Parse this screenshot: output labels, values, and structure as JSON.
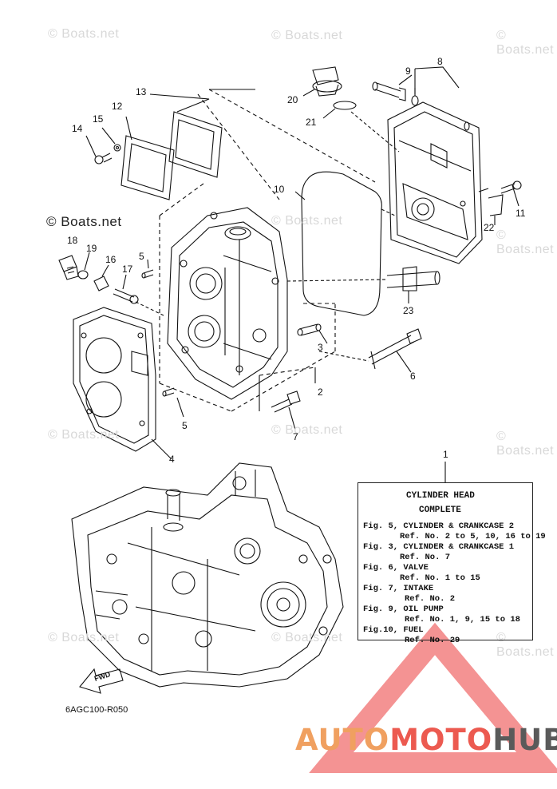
{
  "watermarks": [
    "© Boats.net",
    "© Boats.net",
    "© Boats.net",
    "© Boats.net",
    "© Boats.net",
    "© Boats.net",
    "© Boats.net",
    "© Boats.net",
    "© Boats.net",
    "© Boats.net",
    "© Boats.net",
    "© Boats.net",
    "© Boats.net"
  ],
  "watermark_dark": "© Boats.net",
  "callouts": {
    "c1": "1",
    "c2": "2",
    "c3": "3",
    "c4": "4",
    "c5a": "5",
    "c5b": "5",
    "c6": "6",
    "c7": "7",
    "c8": "8",
    "c9": "9",
    "c10": "10",
    "c11": "11",
    "c12": "12",
    "c13": "13",
    "c14": "14",
    "c15": "15",
    "c16": "16",
    "c17": "17",
    "c18": "18",
    "c19": "19",
    "c20": "20",
    "c21": "21",
    "c22": "22",
    "c23": "23"
  },
  "legend": {
    "title1": "CYLINDER  HEAD",
    "title2": "COMPLETE",
    "l1": "Fig. 5, CYLINDER & CRANKCASE 2",
    "l2": "Ref. No. 2 to 5, 10, 16 to 19",
    "l3": "Fig. 3, CYLINDER & CRANKCASE 1",
    "l4": "Ref. No. 7",
    "l5": "Fig. 6, VALVE",
    "l6": "Ref. No. 1 to 15",
    "l7": "Fig. 7, INTAKE",
    "l8": "Ref. No. 2",
    "l9": "Fig. 9, OIL PUMP",
    "l10": "Ref. No. 1, 9, 15 to 18",
    "l11": "Fig.10, FUEL",
    "l12": "Ref. No. 29"
  },
  "fwd_label": "FWD",
  "diagram_code": "6AGC100-R050",
  "brand": {
    "part1": "AUTO",
    "part2": "MOTO",
    "part3": "HUB"
  },
  "colors": {
    "line": "#111111",
    "watermark": "#d8d8d8",
    "brand_orange": "#f0a060",
    "brand_red": "#ec5a50",
    "brand_gray": "#5a5a5a",
    "triangle": "#f28080"
  }
}
